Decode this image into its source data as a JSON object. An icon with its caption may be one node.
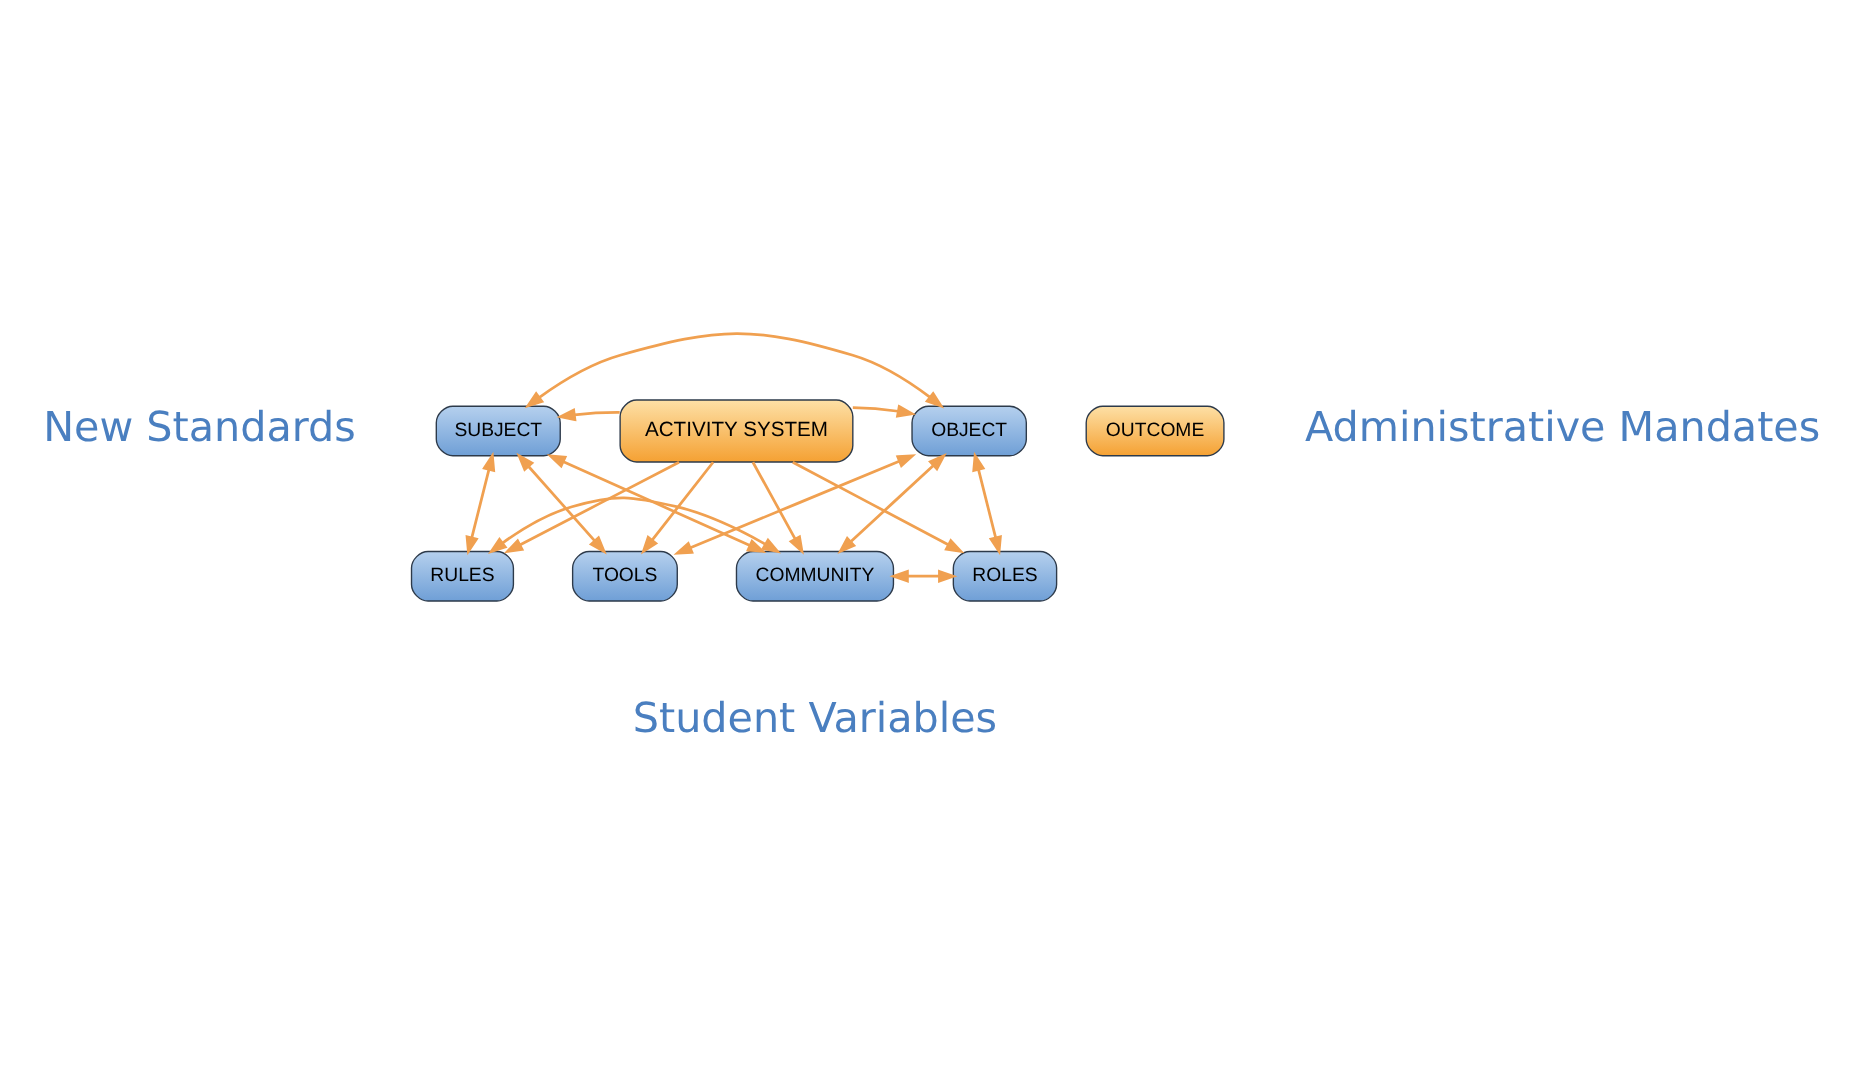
{
  "diagram": {
    "nodes": [
      {
        "text": [
          "TOOLS"
        ]
      },
      {
        "text": [
          "SUBJECT"
        ]
      },
      {
        "text": [
          "OBJECT"
        ]
      },
      {
        "text": [
          "OUTCOME"
        ]
      },
      {
        "text": [
          "ACTIVITY SYSTEM"
        ]
      },
      {
        "text": [
          "RULES"
        ]
      },
      {
        "text": [
          "COMMUNITY"
        ]
      },
      {
        "text": [
          "ROLES"
        ]
      }
    ],
    "edges": [
      {
        "from": 1,
        "to": 0,
        "arrow": "both"
      },
      {
        "from": 4,
        "to": 0,
        "arrow": "to"
      },
      {
        "from": 2,
        "to": 0,
        "arrow": "both"
      },
      {
        "from": 1,
        "to": 2,
        "arrow": "both"
      },
      {
        "from": 4,
        "to": 1,
        "arrow": "to"
      },
      {
        "from": 4,
        "to": 2,
        "arrow": "to"
      },
      {
        "from": 5,
        "to": 1,
        "arrow": "both"
      },
      {
        "from": 1,
        "to": 6,
        "arrow": "both"
      },
      {
        "from": 6,
        "to": 2,
        "arrow": "both"
      },
      {
        "from": 7,
        "to": 2,
        "arrow": "both"
      },
      {
        "from": 4,
        "to": 5,
        "arrow": "to"
      },
      {
        "from": 4,
        "to": 6,
        "arrow": "to"
      },
      {
        "from": 4,
        "to": 7,
        "arrow": "to"
      },
      {
        "from": 5,
        "to": 6,
        "arrow": "both"
      },
      {
        "from": 6,
        "to": 7,
        "arrow": "both"
      }
    ],
    "labels": [
      "New Standards",
      "Administrative Mandates",
      "Student Variables"
    ]
  }
}
